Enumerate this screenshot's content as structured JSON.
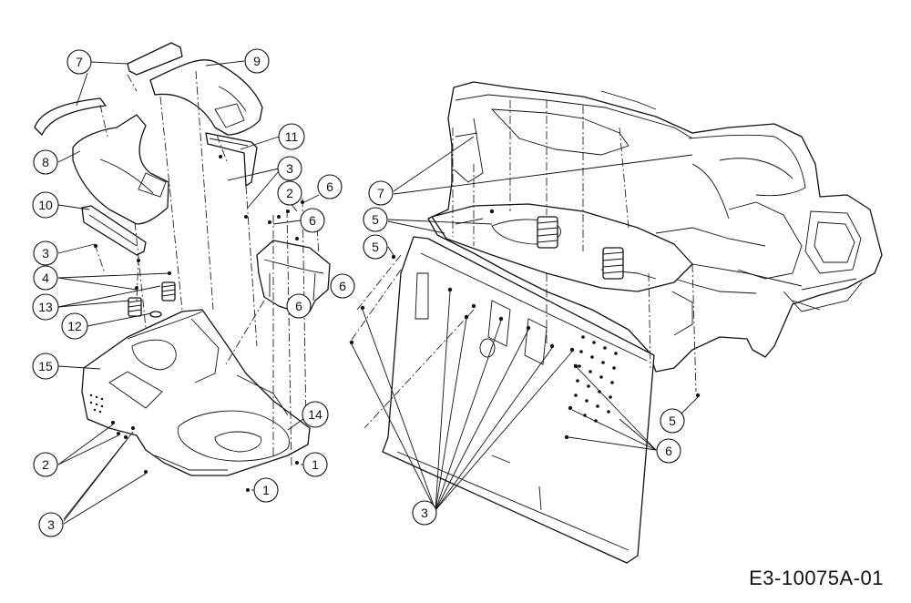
{
  "drawing_id": "E3-10075A-01",
  "callouts": [
    {
      "id": "c7a",
      "label": "7"
    },
    {
      "id": "c9",
      "label": "9"
    },
    {
      "id": "c8",
      "label": "8"
    },
    {
      "id": "c11",
      "label": "11"
    },
    {
      "id": "c3a",
      "label": "3"
    },
    {
      "id": "c2a",
      "label": "2"
    },
    {
      "id": "c6a",
      "label": "6"
    },
    {
      "id": "c6b",
      "label": "6"
    },
    {
      "id": "c10",
      "label": "10"
    },
    {
      "id": "c3b",
      "label": "3"
    },
    {
      "id": "c4",
      "label": "4"
    },
    {
      "id": "c13",
      "label": "13"
    },
    {
      "id": "c6c",
      "label": "6"
    },
    {
      "id": "c12",
      "label": "12"
    },
    {
      "id": "c6d",
      "label": "6"
    },
    {
      "id": "c15",
      "label": "15"
    },
    {
      "id": "c14",
      "label": "14"
    },
    {
      "id": "c2b",
      "label": "2"
    },
    {
      "id": "c1a",
      "label": "1"
    },
    {
      "id": "c1b",
      "label": "1"
    },
    {
      "id": "c3c",
      "label": "3"
    },
    {
      "id": "c7b",
      "label": "7"
    },
    {
      "id": "c5a",
      "label": "5"
    },
    {
      "id": "c5b",
      "label": "5"
    },
    {
      "id": "c5c",
      "label": "5"
    },
    {
      "id": "c6e",
      "label": "6"
    },
    {
      "id": "c3d",
      "label": "3"
    }
  ]
}
